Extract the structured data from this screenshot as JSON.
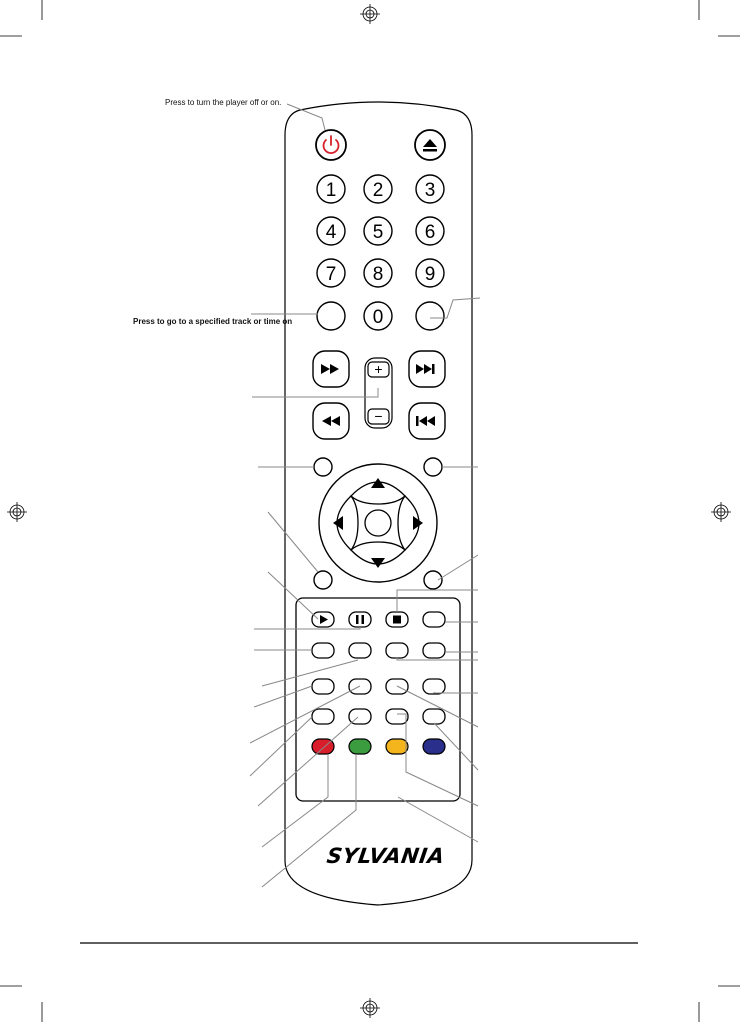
{
  "annotations": {
    "power": "Press to turn the player off or on.",
    "goto": "Press to go to a specified track or time on"
  },
  "brand": "SYLVANIA",
  "keypad": [
    "1",
    "2",
    "3",
    "4",
    "5",
    "6",
    "7",
    "8",
    "9",
    "0"
  ],
  "volume": {
    "plus": "+",
    "minus": "−"
  },
  "colors": {
    "power_red": "#d6222a",
    "key_red": "#d81e2b",
    "key_green": "#3a9b3f",
    "key_yellow": "#f3b51b",
    "key_blue": "#2a2f8c",
    "leader_line": "#888888"
  },
  "icons": [
    "power-icon",
    "eject-icon",
    "fast-forward-icon",
    "next-track-icon",
    "rewind-icon",
    "previous-track-icon",
    "arrow-up-icon",
    "arrow-down-icon",
    "arrow-left-icon",
    "arrow-right-icon",
    "play-icon",
    "pause-icon",
    "stop-icon",
    "registration-mark-icon"
  ]
}
